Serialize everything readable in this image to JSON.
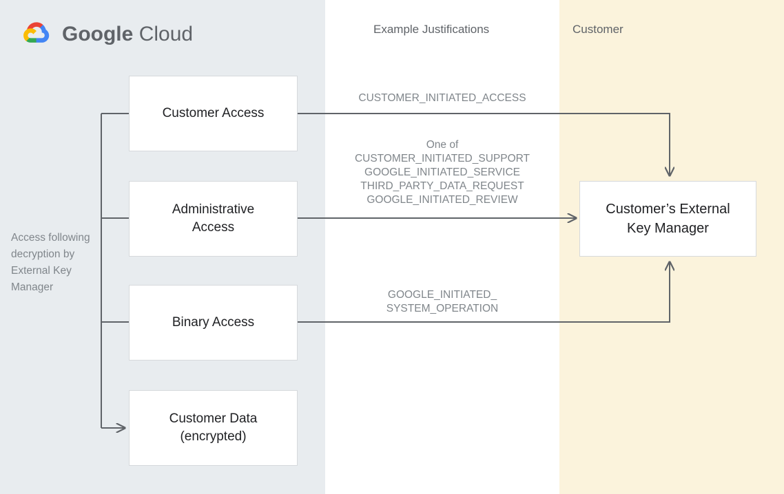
{
  "panels": {
    "google": {
      "name": "Google Cloud",
      "bg": "#e8ecef"
    },
    "justifications": {
      "title": "Example Justifications",
      "bg": "#ffffff"
    },
    "customer": {
      "title": "Customer",
      "bg": "#fbf3dc"
    }
  },
  "logo": {
    "wordmark_bold": "Google",
    "wordmark_light": "Cloud",
    "colors": {
      "red": "#ea4335",
      "yellow": "#fbbc04",
      "green": "#34a853",
      "blue": "#4285f4",
      "text": "#5f6368"
    }
  },
  "side_note": "Access following decryption by External Key Manager",
  "boxes": {
    "customer_access": "Customer Access",
    "administrative_access": "Administrative\nAccess",
    "binary_access": "Binary Access",
    "customer_data": "Customer Data\n(encrypted)",
    "external_key_manager": "Customer’s External\nKey Manager"
  },
  "justifications": {
    "customer_access": "CUSTOMER_INITIATED_ACCESS",
    "administrative_access": "One of\nCUSTOMER_INITIATED_SUPPORT\nGOOGLE_INITIATED_SERVICE\nTHIRD_PARTY_DATA_REQUEST\nGOOGLE_INITIATED_REVIEW",
    "binary_access": "GOOGLE_INITIATED_\nSYSTEM_OPERATION"
  },
  "connector_color": "#5f6368"
}
